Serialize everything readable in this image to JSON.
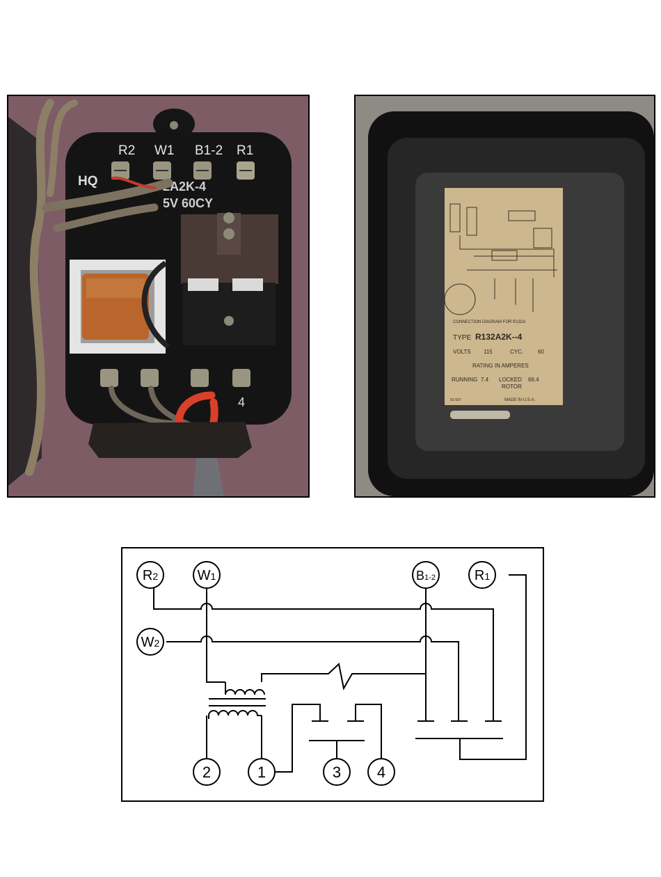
{
  "colors": {
    "wall": "#7a5a63",
    "panel": "#141414",
    "copper": "#b9652b",
    "red_wire": "#d8402a",
    "case_interior": "#262626",
    "label_paper": "#cdb78e",
    "ink": "#000000"
  },
  "photo_left": {
    "terminal_labels_top": [
      "R2",
      "W1",
      "B1-2",
      "R1"
    ],
    "hq_label": "HQ",
    "model_fragment": "2A2K-4",
    "volt_fragment": "5V 60CY",
    "bottom_terminal_label": "4"
  },
  "photo_right": {
    "label_type_prefix": "TYPE",
    "label_type_value": "R132A2K--4",
    "volts_label": "VOLTS",
    "volts_value": "115",
    "cyc_label": "CYC.",
    "cyc_value": "60",
    "rating_title": "RATING IN AMPERES",
    "running_label": "RUNNING",
    "running_value": "7.4",
    "locked_label": "LOCKED",
    "locked_value": "66.4",
    "rotor_label": "ROTOR",
    "part_number": "91-597",
    "made_in": "MADE IN U.S.A.",
    "diagram_caption": "CONNECTION DIAGRAM FOR R132A"
  },
  "schematic": {
    "nodes": {
      "r2": {
        "main": "R",
        "sub": "2"
      },
      "w1": {
        "main": "W",
        "sub": "1"
      },
      "w2": {
        "main": "W",
        "sub": "2"
      },
      "b12": {
        "main": "B",
        "sub": "1-2"
      },
      "r1": {
        "main": "R",
        "sub": "1"
      },
      "t2": "2",
      "t1": "1",
      "t3": "3",
      "t4": "4"
    }
  }
}
